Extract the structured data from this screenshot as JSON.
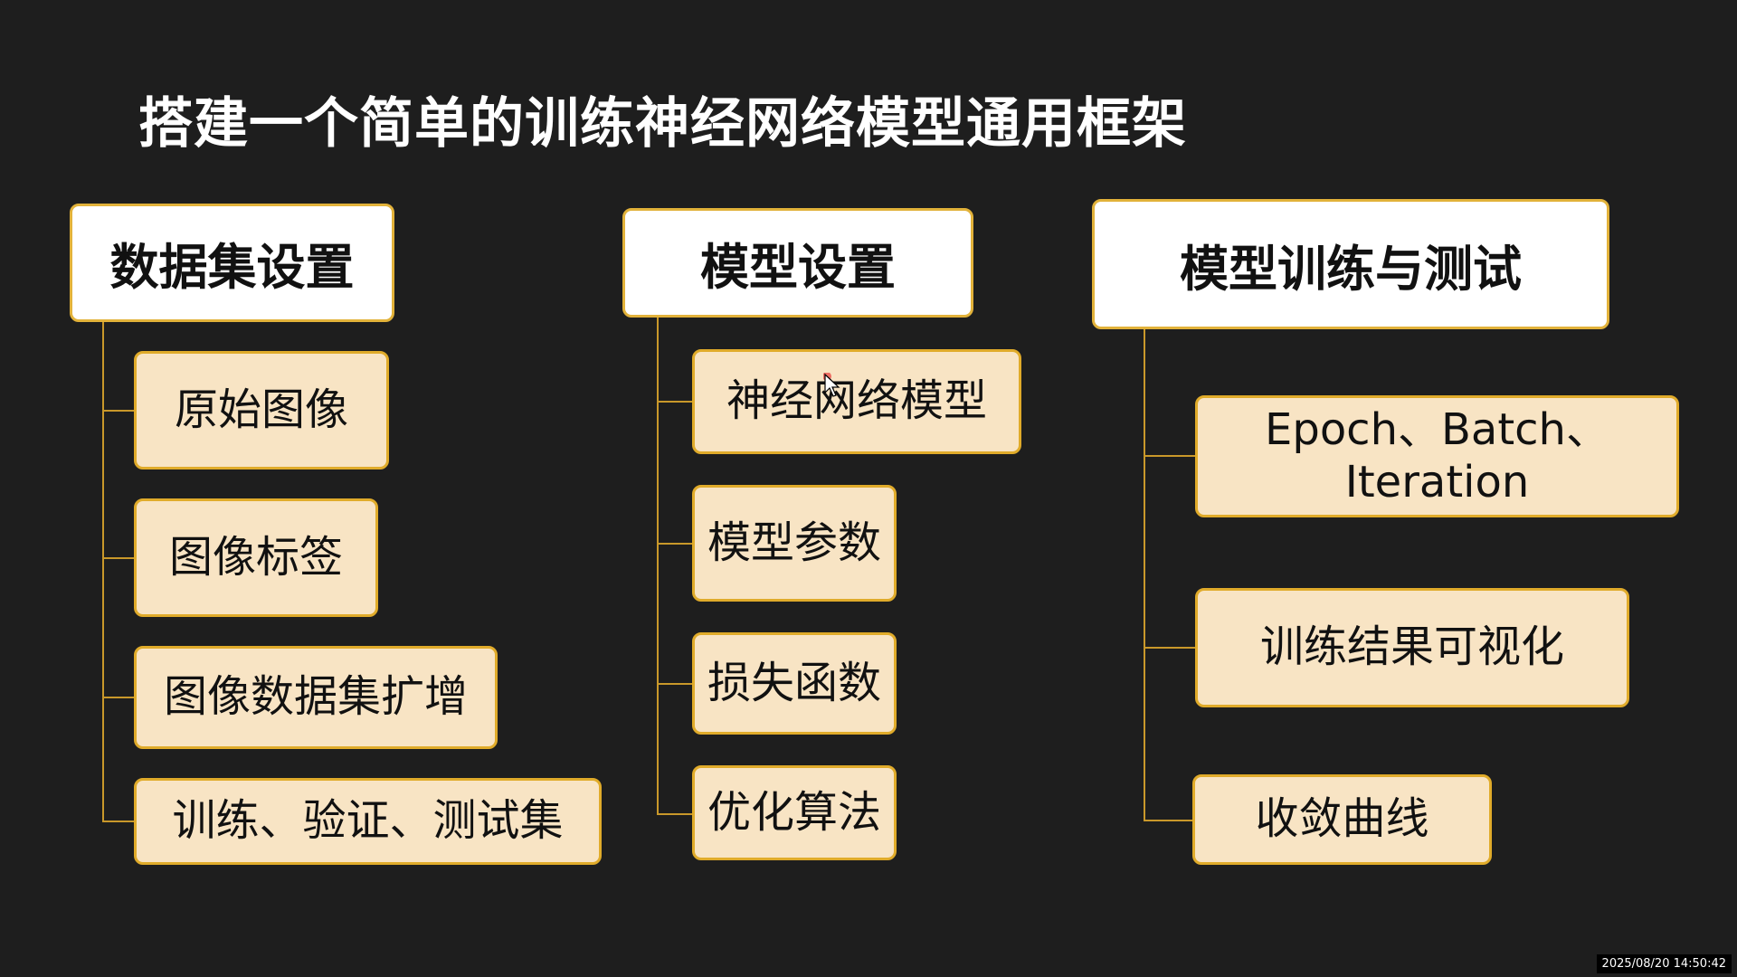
{
  "title": "搭建一个简单的训练神经网络模型通用框架",
  "columns": [
    {
      "header": "数据集设置",
      "items": [
        "原始图像",
        "图像标签",
        "图像数据集扩增",
        "训练、验证、测试集"
      ]
    },
    {
      "header": "模型设置",
      "items": [
        "神经网络模型",
        "模型参数",
        "损失函数",
        "优化算法"
      ]
    },
    {
      "header": "模型训练与测试",
      "items": [
        "Epoch、Batch、",
        "Iteration",
        "训练结果可视化",
        "收敛曲线"
      ]
    }
  ],
  "timestamp": "2025/08/20 14:50:42",
  "colors": {
    "background": "#1e1e1e",
    "accent": "#e0ab2a",
    "child_fill": "#f8e4c4"
  }
}
